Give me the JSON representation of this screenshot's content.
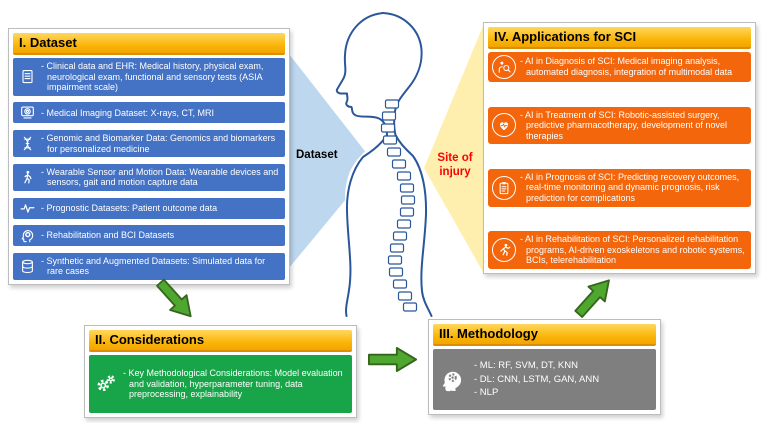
{
  "colors": {
    "header_gold": "#FDB913",
    "dataset_blue": "#4472C4",
    "applications_orange": "#F4660C",
    "considerations_green": "#18A54A",
    "methodology_gray": "#7F7F7F",
    "arrow_green": "#4EA72E",
    "beam_blue": "#BDD7EE",
    "beam_yellow": "#FFEFAF",
    "injury_red": "#FF0000",
    "spine_outline_blue": "#2B579A"
  },
  "dataset": {
    "title": "I. Dataset",
    "items": [
      {
        "icon": "document-icon",
        "text": "- Clinical data and EHR: Medical history, physical exam, neurological exam, functional and sensory tests (ASIA impairment scale)"
      },
      {
        "icon": "mri-scanner-icon",
        "text": "- Medical Imaging Dataset: X-rays, CT, MRI"
      },
      {
        "icon": "dna-icon",
        "text": "- Genomic and Biomarker Data: Genomics and biomarkers for personalized medicine"
      },
      {
        "icon": "walking-person-icon",
        "text": "- Wearable Sensor and Motion Data: Wearable devices and sensors, gait and motion capture data"
      },
      {
        "icon": "pulse-icon",
        "text": "- Prognostic Datasets: Patient outcome data"
      },
      {
        "icon": "head-signal-icon",
        "text": "- Rehabilitation and BCI Datasets"
      },
      {
        "icon": "database-icon",
        "text": "- Synthetic and Augmented Datasets: Simulated data for rare cases"
      }
    ]
  },
  "applications": {
    "title": "IV. Applications for SCI",
    "items": [
      {
        "icon": "diagnosis-icon",
        "text": "- AI in Diagnosis of SCI: Medical imaging analysis, automated diagnosis, integration of multimodal data"
      },
      {
        "icon": "treatment-icon",
        "text": "- AI in Treatment of SCI: Robotic-assisted surgery, predictive pharmacotherapy, development of novel therapies"
      },
      {
        "icon": "prognosis-icon",
        "text": "- AI in Prognosis of SCI: Predicting recovery outcomes, real-time monitoring and dynamic prognosis, risk prediction for complications"
      },
      {
        "icon": "rehabilitation-icon",
        "text": "- AI in Rehabilitation of SCI: Personalized rehabilitation programs, AI-driven exoskeletons and robotic systems, BCIs, telerehabilitation"
      }
    ]
  },
  "considerations": {
    "title": "II. Considerations",
    "items": [
      {
        "icon": "gears-icon",
        "text": "- Key Methodological Considerations: Model evaluation and validation, hyperparameter tuning, data preprocessing, explainability"
      }
    ]
  },
  "methodology": {
    "title": "III. Methodology",
    "icon": "head-gears-icon",
    "lines": [
      "- ML: RF, SVM, DT, KNN",
      "- DL: CNN, LSTM, GAN, ANN",
      "- NLP"
    ]
  },
  "center": {
    "dataset_label": "Dataset",
    "site_of_injury_label": "Site of\ninjury"
  }
}
